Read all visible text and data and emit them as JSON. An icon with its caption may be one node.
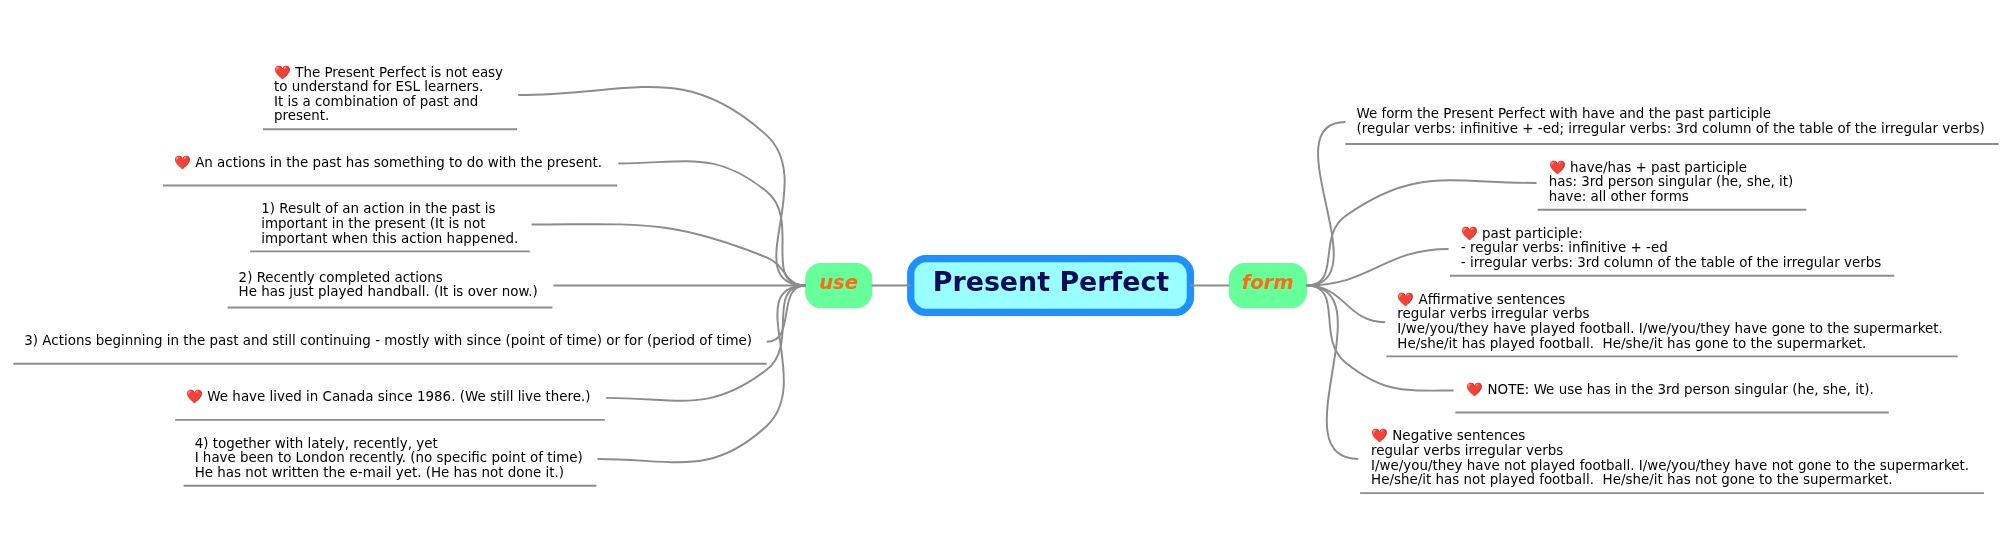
{
  "diagram": {
    "nodes": [
      {
        "text": [
          "Present Perfect"
        ]
      },
      {
        "text": [
          "use"
        ]
      },
      {
        "text": [
          "❤️ The Present Perfect is not easy to understand for ESL learners.",
          "It is a combination of past and present."
        ]
      },
      {
        "text": [
          "❤️ An actions in the past has something to do with the present."
        ]
      },
      {
        "text": [
          "1) Result of an action in the past is important in the present (It is not important when this action happened."
        ]
      },
      {
        "text": [
          "2) Recently completed actions",
          "He has just played handball. (It is over now.)"
        ]
      },
      {
        "text": [
          "3) Actions beginning in the past and still continuing - mostly with since (point of time) or for (period of time)"
        ]
      },
      {
        "text": [
          "❤️ We have lived in Canada since 1986. (We still live there.)"
        ]
      },
      {
        "text": [
          "4) together with lately, recently, yet",
          "I have been to London recently. (no specific point of time)",
          "He has not written the e-mail yet. (He has not done it.)"
        ]
      },
      {
        "text": [
          "form"
        ]
      },
      {
        "text": [
          "We form the Present Perfect with have and the past participle",
          "(regular verbs: infinitive + -ed; irregular verbs: 3rd column of the table of the irregular verbs)"
        ]
      },
      {
        "text": [
          "❤️ have/has + past participle",
          "has: 3rd person singular (he, she, it)",
          "have: all other forms"
        ]
      },
      {
        "text": [
          "❤️ past participle:",
          "- regular verbs: infinitive + -ed",
          "- irregular verbs: 3rd column of the table of the irregular verbs"
        ]
      },
      {
        "text": [
          "❤️ Affirmative sentences",
          "regular verbs irregular verbs",
          "I/we/you/they have played football. I/we/you/they have gone to the supermarket.",
          "He/she/it has played football.  He/she/it has gone to the supermarket."
        ]
      },
      {
        "text": [
          "❤️ NOTE: We use has in the 3rd person singular (he, she, it)."
        ]
      },
      {
        "text": [
          "❤️ Negative sentences",
          "regular verbs irregular verbs",
          "I/we/you/they have not played football. I/we/you/they have not gone to the supermarket.",
          "He/she/it has not played football.  He/she/it has not gone to the supermarket."
        ]
      }
    ],
    "edges": [
      {
        "from": 0,
        "to": 1,
        "arrow": "none"
      },
      {
        "from": 1,
        "to": 2,
        "arrow": "none"
      },
      {
        "from": 1,
        "to": 3,
        "arrow": "none"
      },
      {
        "from": 1,
        "to": 4,
        "arrow": "none"
      },
      {
        "from": 1,
        "to": 5,
        "arrow": "none"
      },
      {
        "from": 1,
        "to": 6,
        "arrow": "none"
      },
      {
        "from": 1,
        "to": 7,
        "arrow": "none"
      },
      {
        "from": 1,
        "to": 8,
        "arrow": "none"
      },
      {
        "from": 0,
        "to": 9,
        "arrow": "none"
      },
      {
        "from": 9,
        "to": 10,
        "arrow": "none"
      },
      {
        "from": 9,
        "to": 11,
        "arrow": "none"
      },
      {
        "from": 9,
        "to": 12,
        "arrow": "none"
      },
      {
        "from": 9,
        "to": 13,
        "arrow": "none"
      },
      {
        "from": 9,
        "to": 14,
        "arrow": "none"
      },
      {
        "from": 9,
        "to": 15,
        "arrow": "none"
      }
    ]
  }
}
